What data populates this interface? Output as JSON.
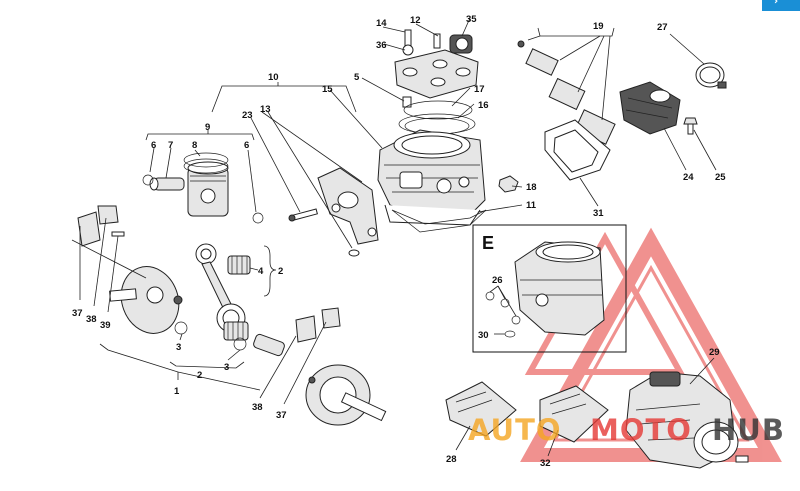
{
  "diagram": {
    "inset_label": "E",
    "callouts": {
      "c1": "1",
      "c2": "2",
      "c3a": "3",
      "c3b": "3",
      "c4": "4",
      "c5": "5",
      "c6a": "6",
      "c6b": "6",
      "c7": "7",
      "c8": "8",
      "c9": "9",
      "c10": "10",
      "c11": "11",
      "c12": "12",
      "c13": "13",
      "c14": "14",
      "c15": "15",
      "c16": "16",
      "c17": "17",
      "c18": "18",
      "c19": "19",
      "c23": "23",
      "c24": "24",
      "c25": "25",
      "c26": "26",
      "c27": "27",
      "c28": "28",
      "c29": "29",
      "c30": "30",
      "c31": "31",
      "c32": "32",
      "c35": "35",
      "c36": "36",
      "c37a": "37",
      "c37b": "37",
      "c38a": "38",
      "c38b": "38",
      "c39": "39"
    }
  },
  "watermark": {
    "part1": "AUTO",
    "part2": "MOTO",
    "part3": "HUB",
    "color_orange": "#f5a623",
    "color_red": "#e53935",
    "color_dark": "#333333"
  },
  "corner_tab": {
    "color": "#1a8fd6",
    "icon": "chevron-icon"
  }
}
